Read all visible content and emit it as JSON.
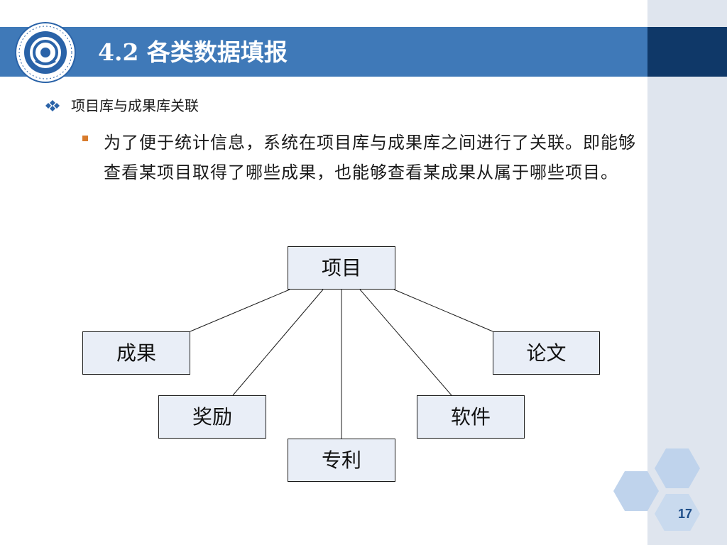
{
  "slide": {
    "title": "4.2 各类数据填报",
    "page_number": "17"
  },
  "content": {
    "bullet_level1": "项目库与成果库关联",
    "bullet_level2": "为了便于统计信息，系统在项目库与成果库之间进行了关联。即能够查看某项目取得了哪些成果，也能够查看某成果从属于哪些项目。"
  },
  "diagram": {
    "root": "项目",
    "children": [
      "成果",
      "论文",
      "奖励",
      "软件",
      "专利"
    ]
  },
  "icons": {
    "logo": "china-meteorological-administration-logo-icon",
    "bullet1": "diamond-cluster-bullet-icon",
    "bullet2": "square-bullet-icon"
  },
  "colors": {
    "title_bar": "#3f79b8",
    "title_bar_dark": "#0f3868",
    "sidebar": "#dfe5ee",
    "node_fill": "#e9eef7",
    "bullet2": "#d87b2c",
    "hex_deco": "#bfd3ec",
    "page_number": "#1f4f8a"
  }
}
